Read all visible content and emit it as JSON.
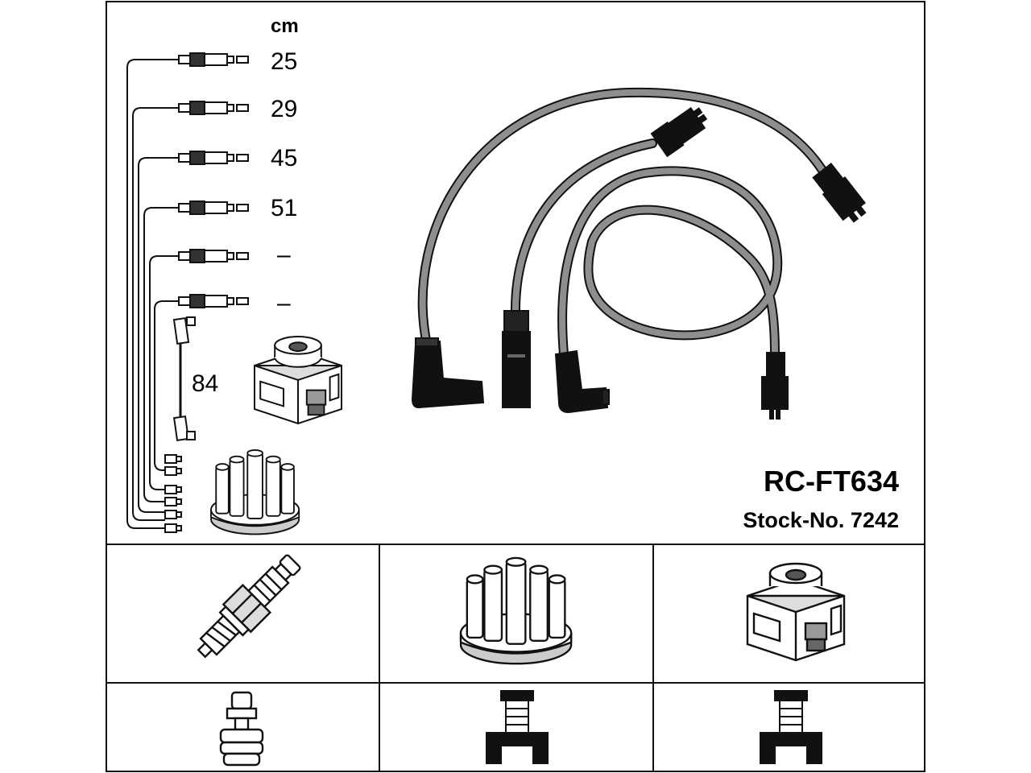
{
  "labels": {
    "unit": "cm",
    "lengths": [
      "25",
      "29",
      "45",
      "51",
      "–",
      "–"
    ],
    "coil_lead_length": "84",
    "part_code": "RC-FT634",
    "stock_number": "Stock-No. 7242"
  },
  "components": {
    "spark_plug": "spark-plug-icon",
    "distributor_cap": "distributor-cap-icon",
    "ignition_coil": "ignition-coil-icon"
  },
  "colors": {
    "cable": "#8e8e8e",
    "line": "#111111",
    "background": "#ffffff"
  }
}
